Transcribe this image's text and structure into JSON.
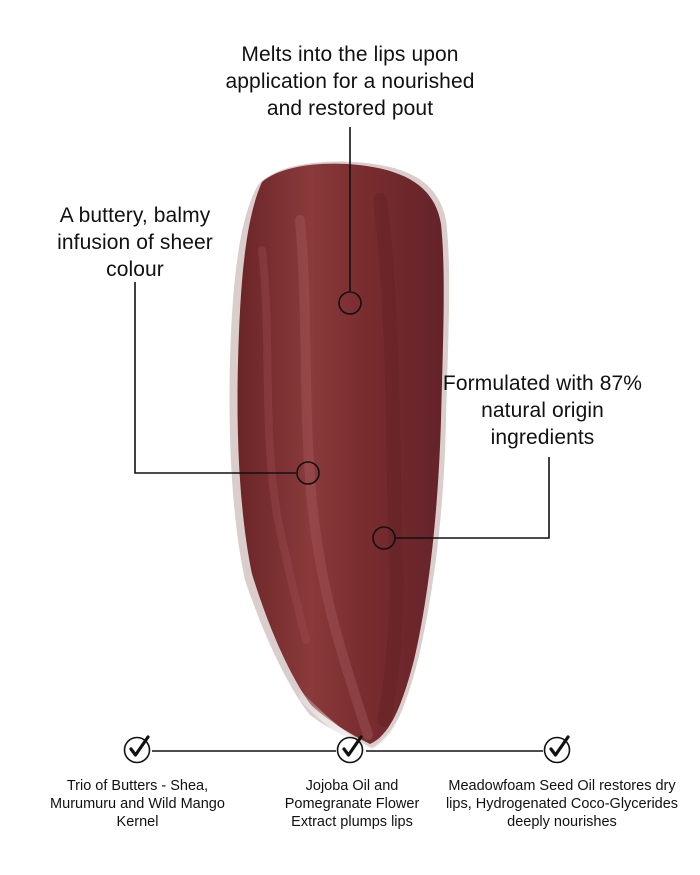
{
  "callouts": {
    "top": "Melts into the lips upon application for a nourished and restored pout",
    "left": "A buttery, balmy infusion of sheer colour",
    "right": "Formulated with 87% natural origin ingredients"
  },
  "benefits": [
    {
      "text": "Trio of Butters - Shea, Murumuru and Wild Mango Kernel",
      "icon": "check-circle-icon"
    },
    {
      "text": "Jojoba Oil and Pomegranate Flower Extract plumps lips",
      "icon": "check-circle-icon"
    },
    {
      "text": "Meadowfoam Seed Oil restores dry lips, Hydrogenated Coco-Glycerides deeply nourishes",
      "icon": "check-circle-icon"
    }
  ],
  "colors": {
    "swatch": "#7c2f30",
    "swatch_dark": "#5e2022",
    "swatch_light": "#a2565a",
    "line": "#111111"
  }
}
